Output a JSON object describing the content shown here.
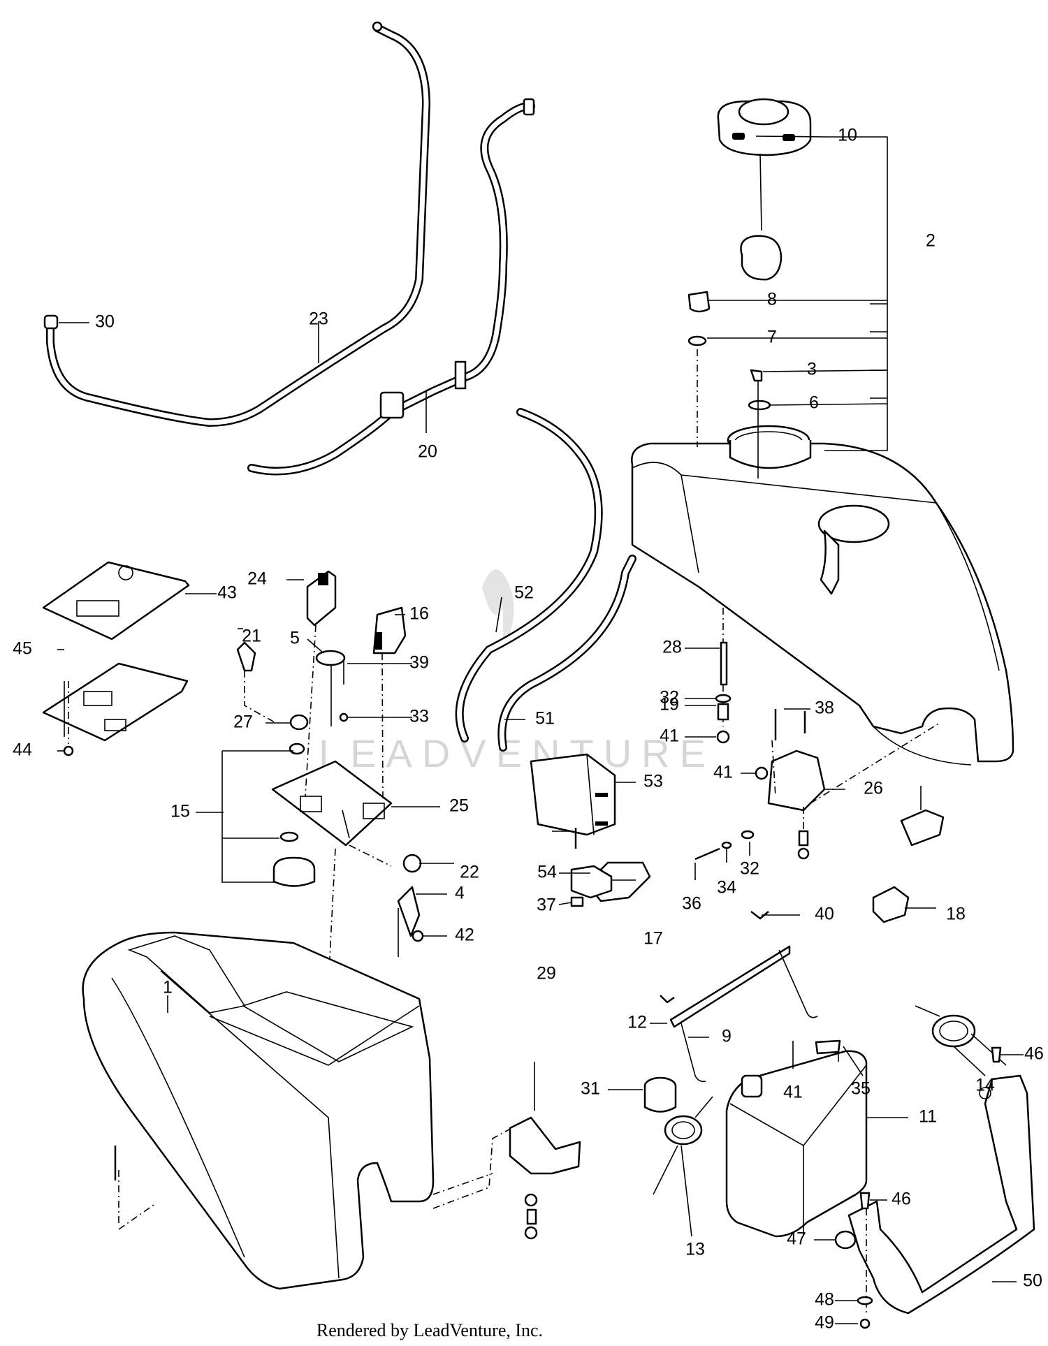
{
  "footer": "Rendered by LeadVenture, Inc.",
  "watermark": "LEADVENTURE",
  "callouts": [
    {
      "id": "c1",
      "label": "1"
    },
    {
      "id": "c2",
      "label": "2"
    },
    {
      "id": "c3",
      "label": "3"
    },
    {
      "id": "c4",
      "label": "4"
    },
    {
      "id": "c5",
      "label": "5"
    },
    {
      "id": "c6",
      "label": "6"
    },
    {
      "id": "c7",
      "label": "7"
    },
    {
      "id": "c8",
      "label": "8"
    },
    {
      "id": "c9",
      "label": "9"
    },
    {
      "id": "c10",
      "label": "10"
    },
    {
      "id": "c11",
      "label": "11"
    },
    {
      "id": "c12",
      "label": "12"
    },
    {
      "id": "c13",
      "label": "13"
    },
    {
      "id": "c14",
      "label": "14"
    },
    {
      "id": "c15",
      "label": "15"
    },
    {
      "id": "c16",
      "label": "16"
    },
    {
      "id": "c17",
      "label": "17"
    },
    {
      "id": "c18",
      "label": "18"
    },
    {
      "id": "c19",
      "label": "19"
    },
    {
      "id": "c20",
      "label": "20"
    },
    {
      "id": "c21",
      "label": "21"
    },
    {
      "id": "c22",
      "label": "22"
    },
    {
      "id": "c23",
      "label": "23"
    },
    {
      "id": "c24",
      "label": "24"
    },
    {
      "id": "c25",
      "label": "25"
    },
    {
      "id": "c26",
      "label": "26"
    },
    {
      "id": "c27",
      "label": "27"
    },
    {
      "id": "c28",
      "label": "28"
    },
    {
      "id": "c29",
      "label": "29"
    },
    {
      "id": "c30",
      "label": "30"
    },
    {
      "id": "c31",
      "label": "31"
    },
    {
      "id": "c32a",
      "label": "32"
    },
    {
      "id": "c32b",
      "label": "32"
    },
    {
      "id": "c33",
      "label": "33"
    },
    {
      "id": "c34",
      "label": "34"
    },
    {
      "id": "c35",
      "label": "35"
    },
    {
      "id": "c36",
      "label": "36"
    },
    {
      "id": "c37",
      "label": "37"
    },
    {
      "id": "c38",
      "label": "38"
    },
    {
      "id": "c39",
      "label": "39"
    },
    {
      "id": "c40",
      "label": "40"
    },
    {
      "id": "c41a",
      "label": "41"
    },
    {
      "id": "c41b",
      "label": "41"
    },
    {
      "id": "c41c",
      "label": "41"
    },
    {
      "id": "c42",
      "label": "42"
    },
    {
      "id": "c43",
      "label": "43"
    },
    {
      "id": "c44",
      "label": "44"
    },
    {
      "id": "c45",
      "label": "45"
    },
    {
      "id": "c46a",
      "label": "46"
    },
    {
      "id": "c46b",
      "label": "46"
    },
    {
      "id": "c47",
      "label": "47"
    },
    {
      "id": "c48",
      "label": "48"
    },
    {
      "id": "c49",
      "label": "49"
    },
    {
      "id": "c50",
      "label": "50"
    },
    {
      "id": "c51",
      "label": "51"
    },
    {
      "id": "c52",
      "label": "52"
    },
    {
      "id": "c53",
      "label": "53"
    },
    {
      "id": "c54",
      "label": "54"
    }
  ]
}
